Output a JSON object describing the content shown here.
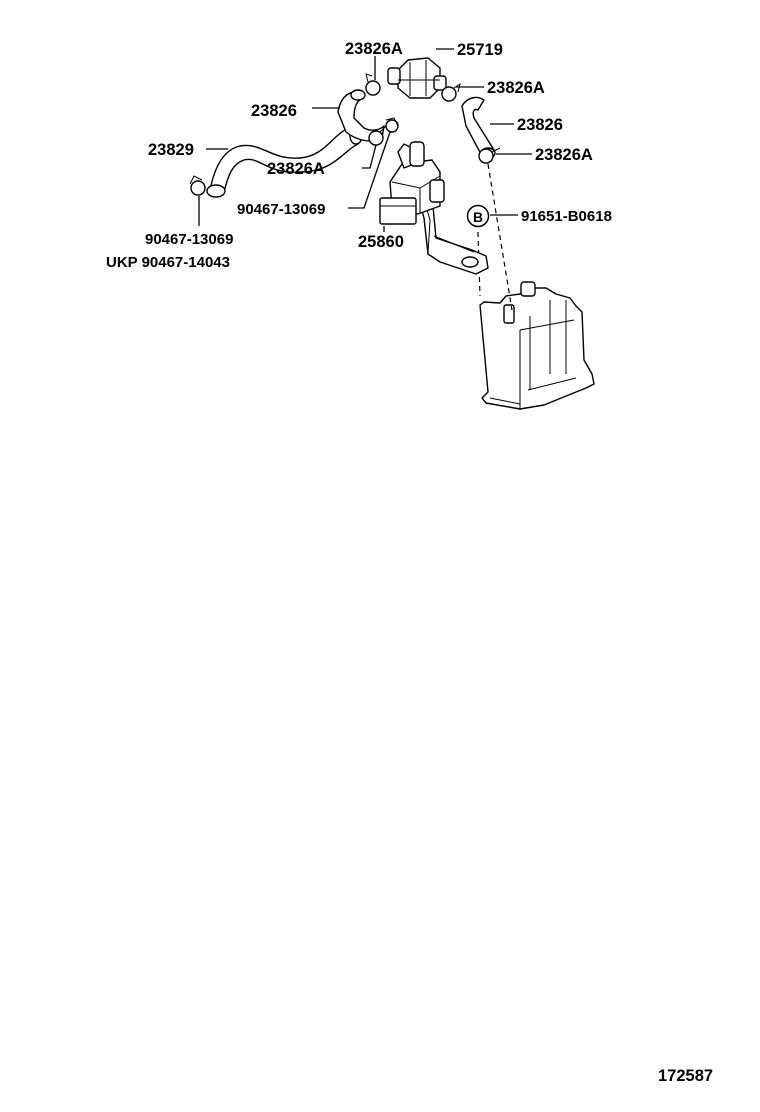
{
  "callouts": [
    {
      "key": "p23826A_top",
      "text": "23826A"
    },
    {
      "key": "p25719",
      "text": "25719"
    },
    {
      "key": "p23826A_right1",
      "text": "23826A"
    },
    {
      "key": "p23826_left",
      "text": "23826"
    },
    {
      "key": "p23826_right",
      "text": "23826"
    },
    {
      "key": "p23829",
      "text": "23829"
    },
    {
      "key": "p23826A_mid",
      "text": "23826A"
    },
    {
      "key": "p23826A_right2",
      "text": "23826A"
    },
    {
      "key": "p90467_13069_mid",
      "text": "90467-13069"
    },
    {
      "key": "p91651",
      "text": "91651-B0618"
    },
    {
      "key": "p25860",
      "text": "25860"
    },
    {
      "key": "p90467_13069_low",
      "text": "90467-13069"
    },
    {
      "key": "p_ukp",
      "text": "UKP 90467-14043"
    }
  ],
  "circle_marker": "B",
  "diagram_number": "172587"
}
